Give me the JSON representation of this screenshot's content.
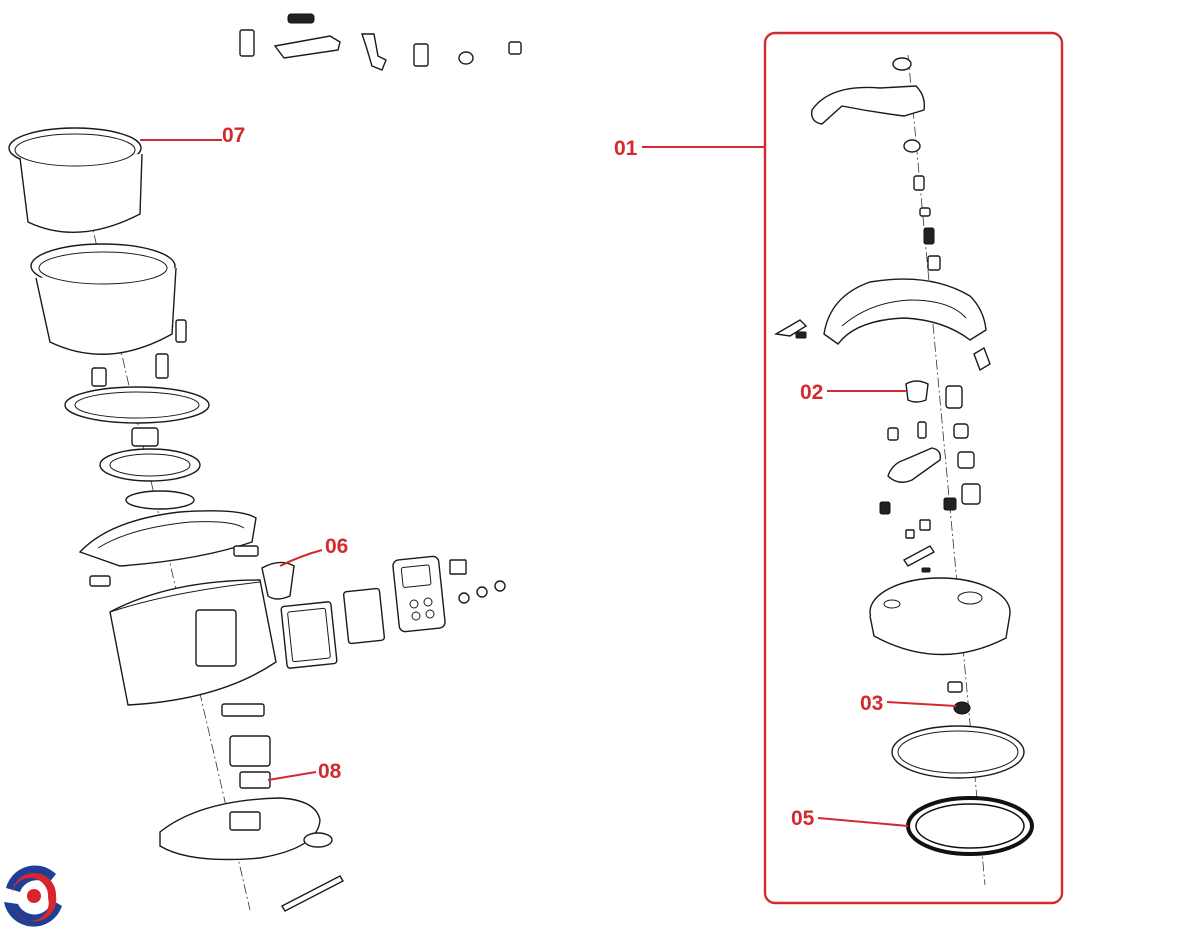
{
  "colors": {
    "callout": "#d32a2f",
    "frame": "#d32a2f",
    "line": "#1a1a1a",
    "logo_blue": "#1f3f95",
    "logo_red": "#d9262e"
  },
  "callouts": {
    "c01": "01",
    "c02": "02",
    "c03": "03",
    "c05": "05",
    "c06": "06",
    "c07": "07",
    "c08": "08"
  },
  "logo": {
    "icon": "brand-swirl-icon"
  }
}
